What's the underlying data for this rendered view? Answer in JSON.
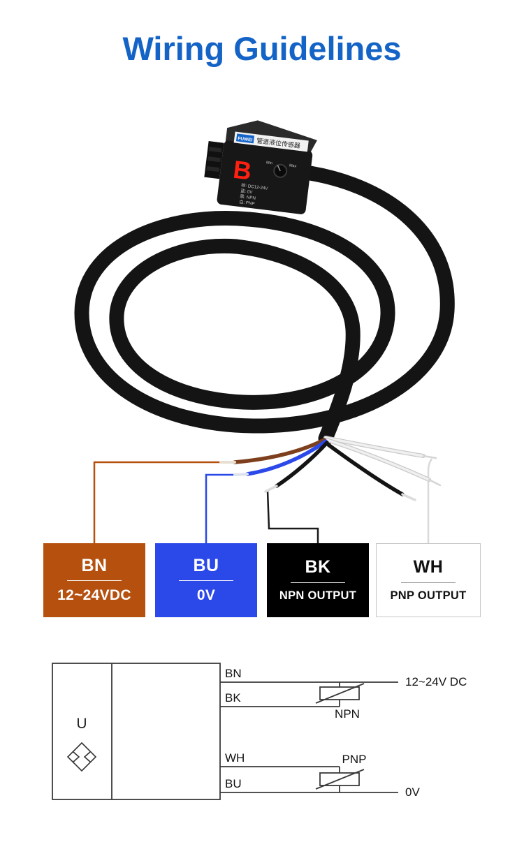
{
  "page": {
    "title": "Wiring Guidelines",
    "title_color": "#1463c6",
    "background": "#ffffff"
  },
  "sensor_photo": {
    "brand": "FUWEI",
    "product_label": "管道液位传感器",
    "display_digit": "B",
    "dial_left": "Min",
    "dial_right": "Max",
    "legend_lines": [
      "棕: DC12-24V",
      "蓝: 0V",
      "黑: NPN",
      "白: PNP"
    ]
  },
  "wire_boxes": [
    {
      "code": "BN",
      "desc": "12~24VDC",
      "bg": "#b5500f",
      "fg": "#ffffff",
      "wire_color": "#b5500f"
    },
    {
      "code": "BU",
      "desc": "0V",
      "bg": "#2b48e8",
      "fg": "#ffffff",
      "wire_color": "#2b48e8"
    },
    {
      "code": "BK",
      "desc": "NPN OUTPUT",
      "bg": "#000000",
      "fg": "#ffffff",
      "wire_color": "#1a1a1a"
    },
    {
      "code": "WH",
      "desc": "PNP OUTPUT",
      "bg": "#ffffff",
      "fg": "#111111",
      "wire_color": "#d9d9d9"
    }
  ],
  "circuit": {
    "unit_label": "U",
    "wire_bn": "BN",
    "wire_bk": "BK",
    "wire_wh": "WH",
    "wire_bu": "BU",
    "supply_label": "12~24V DC",
    "npn_label": "NPN",
    "pnp_label": "PNP",
    "ground_label": "0V"
  }
}
